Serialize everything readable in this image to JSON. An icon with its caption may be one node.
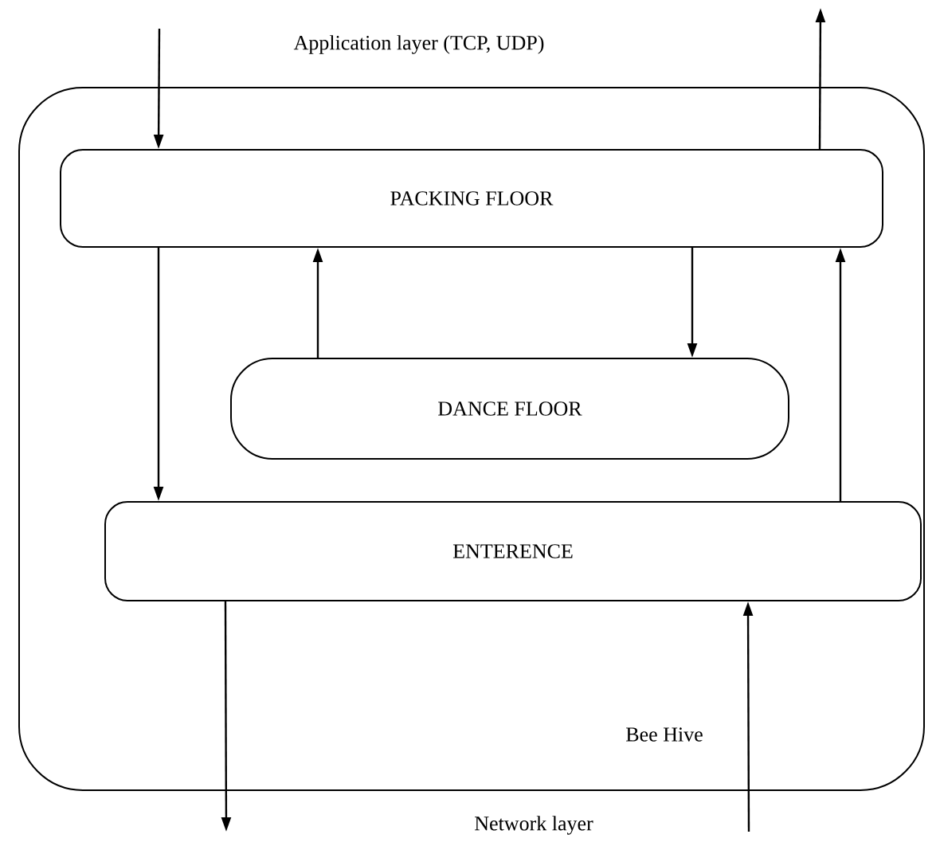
{
  "diagram": {
    "nodes": [
      {
        "text": [
          "Bee Hive"
        ]
      },
      {
        "text": [
          "PACKING FLOOR"
        ],
        "in": 0
      },
      {
        "text": [
          "DANCE FLOOR"
        ],
        "in": 0
      },
      {
        "text": [
          "ENTERENCE"
        ],
        "in": 0
      },
      {
        "text": [
          "Application layer (TCP, UDP)"
        ]
      },
      {
        "text": [
          "Network layer"
        ]
      }
    ],
    "edges": [
      {
        "from": null,
        "to": 1,
        "arrow": "to"
      },
      {
        "from": 1,
        "to": null,
        "arrow": "to"
      },
      {
        "from": 1,
        "to": 3,
        "arrow": "to"
      },
      {
        "from": 2,
        "to": 1,
        "arrow": "to"
      },
      {
        "from": 1,
        "to": 2,
        "arrow": "to"
      },
      {
        "from": 3,
        "to": 1,
        "arrow": "to"
      },
      {
        "from": 3,
        "to": null,
        "arrow": "to"
      },
      {
        "from": null,
        "to": 3,
        "arrow": "to"
      }
    ]
  }
}
